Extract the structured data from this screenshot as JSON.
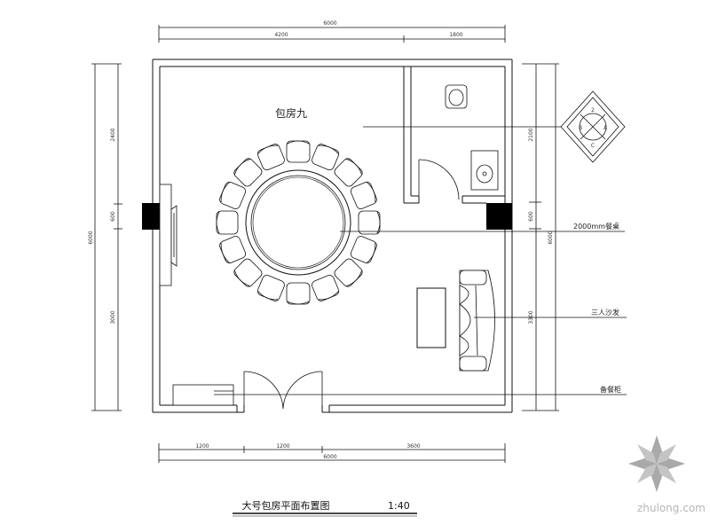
{
  "drawing": {
    "title": "大号包房平面布置图",
    "scale": "1:40",
    "watermark": "zhulong.com"
  },
  "labels": {
    "room_name": "包房九",
    "table_label": "2000mm餐桌",
    "sofa_label": "三人沙发",
    "cabinet_label": "备餐柜"
  },
  "dimensions": {
    "top_total": "6000",
    "top_left_segment": "4200",
    "top_right_segment": "1800",
    "bottom_total": "6000",
    "bottom_seg_1": "1200",
    "bottom_seg_2": "1200",
    "bottom_seg_3": "3600",
    "left_total": "6000",
    "left_upper": "2400",
    "left_mid": "600",
    "left_lower": "3000",
    "right_total": "6000",
    "right_upper": "2100",
    "right_mid": "600",
    "right_lower": "3300"
  },
  "compass": {
    "letters": [
      "2",
      "B",
      "A",
      "C"
    ]
  },
  "colors": {
    "line": "#111111",
    "column": "#000000",
    "logo": "#a9a9a9"
  }
}
